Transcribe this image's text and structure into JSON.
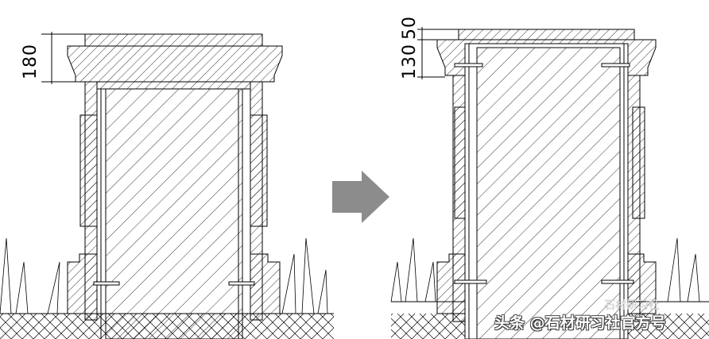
{
  "diagram": {
    "before": {
      "dimension_label": "180"
    },
    "after": {
      "dimension_labels": [
        "130",
        "50"
      ]
    },
    "arrow_color": "#8c8c8c"
  },
  "watermark": {
    "text": "头条 @石材研习社官方号",
    "logo_text": "石材研习社"
  }
}
